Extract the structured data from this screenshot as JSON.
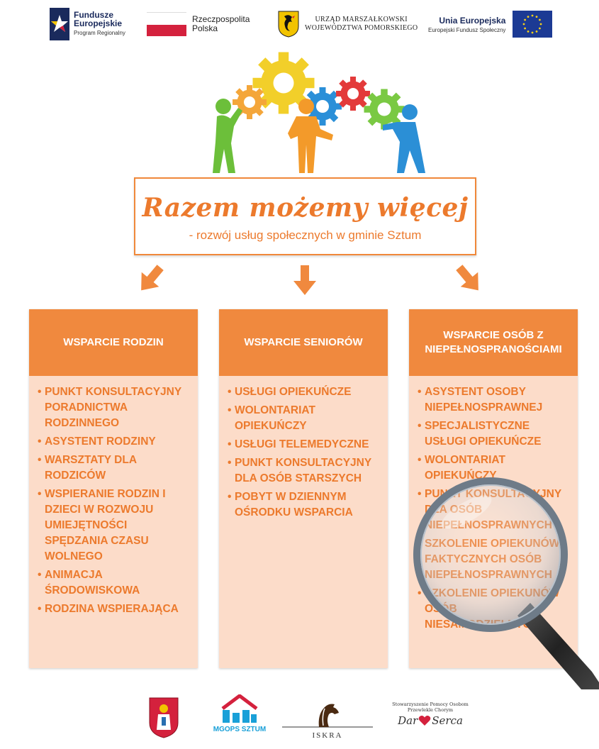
{
  "logos_top": {
    "fe_line1": "Fundusze",
    "fe_line2": "Europejskie",
    "fe_line3": "Program Regionalny",
    "rp_line1": "Rzeczpospolita",
    "rp_line2": "Polska",
    "um_line1": "URZĄD MARSZAŁKOWSKI",
    "um_line2": "WOJEWÓDZTWA POMORSKIEGO",
    "ue_line1": "Unia Europejska",
    "ue_line2": "Europejski Fundusz Społeczny"
  },
  "title": {
    "main": "Razem możemy więcej",
    "sub": "- rozwój usług społecznych w gminie Sztum"
  },
  "columns": [
    {
      "heading": "WSPARCIE RODZIN",
      "items": [
        "PUNKT KONSULTACYJNY PORADNICTWA RODZINNEGO",
        "ASYSTENT RODZINY",
        "WARSZTATY DLA RODZICÓW",
        "WSPIERANIE RODZIN I DZIECI W ROZWOJU UMIEJĘTNOŚCI SPĘDZANIA CZASU WOLNEGO",
        "ANIMACJA ŚRODOWISKOWA",
        "RODZINA WSPIERAJĄCA"
      ]
    },
    {
      "heading": "WSPARCIE SENIORÓW",
      "items": [
        "USŁUGI OPIEKUŃCZE",
        "WOLONTARIAT OPIEKUŃCZY",
        "USŁUGI TELEMEDYCZNE",
        "PUNKT KONSULTACYJNY DLA OSÓB STARSZYCH",
        "POBYT W DZIENNYM OŚRODKU WSPARCIA"
      ]
    },
    {
      "heading": "WSPARCIE OSÓB Z NIEPEŁNOSPRANOŚCIAMI",
      "items": [
        "ASYSTENT OSOBY NIEPEŁNOSPRAWNEJ",
        "SPECJALISTYCZNE USŁUGI OPIEKUŃCZE",
        "WOLONTARIAT OPIEKUŃCZY",
        "PUNKT KONSULTACYJNY DLA OSÓB NIEPEŁNOSPRAWNYCH",
        "SZKOLENIE OPIEKUNÓW FAKTYCZNYCH OSÓB NIEPEŁNOSPRAWNYCH",
        "SZKOLENIE OPIEKUNÓW OSÓB NIESAMODZIELNYCH"
      ]
    }
  ],
  "logos_bottom": {
    "mgops": "MGOPS SZTUM",
    "iskra": "ISKRA",
    "dar_small_1": "Stowarzyszenie Pomocy Osobom",
    "dar_small_2": "Przewlekle Chorym",
    "dar_word1": "Dar",
    "dar_word2": "Serca"
  },
  "colors": {
    "orange": "#f0893e",
    "orange_text": "#ec7a2d",
    "peach": "#fcdcc9"
  }
}
